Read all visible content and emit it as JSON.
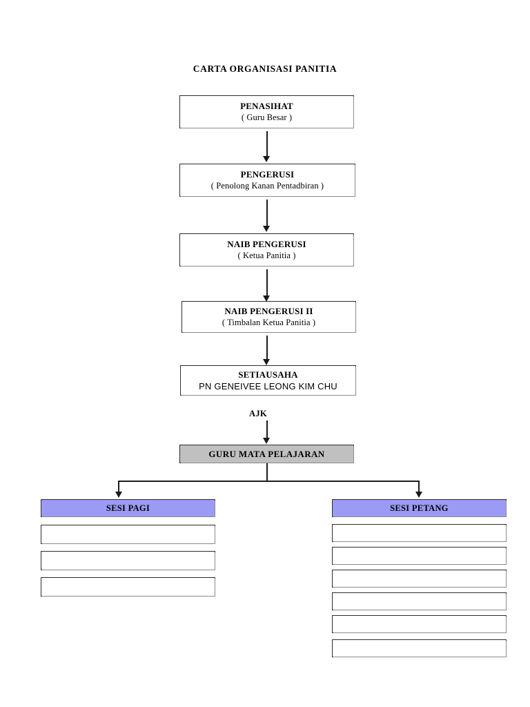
{
  "document": {
    "title": "CARTA ORGANISASI PANITIA"
  },
  "hierarchy": [
    {
      "id": "penasihat",
      "title": "PENASIHAT",
      "subtitle": "( Guru Besar )",
      "subtitle_style": "serif"
    },
    {
      "id": "pengerusi",
      "title": "PENGERUSI",
      "subtitle": "( Penolong Kanan Pentadbiran )",
      "subtitle_style": "serif"
    },
    {
      "id": "naib-pengerusi",
      "title": "NAIB PENGERUSI",
      "subtitle": "( Ketua Panitia )",
      "subtitle_style": "serif"
    },
    {
      "id": "naib-pengerusi-ii",
      "title": "NAIB PENGERUSI II",
      "subtitle": "( Timbalan Ketua Panitia )",
      "subtitle_style": "serif"
    },
    {
      "id": "setiausaha",
      "title": "SETIAUSAHA",
      "subtitle": "PN GENEIVEE LEONG KIM CHU",
      "subtitle_style": "sans"
    }
  ],
  "connector_label": "AJK",
  "teachers_node": {
    "label": "GURU MATA PELAJARAN",
    "fill": "#c0c0c0"
  },
  "sessions": [
    {
      "id": "sesi-pagi",
      "header": "SESI PAGI",
      "header_fill": "#9b9bf5",
      "slots": [
        "",
        "",
        ""
      ]
    },
    {
      "id": "sesi-petang",
      "header": "SESI PETANG",
      "header_fill": "#9b9bf5",
      "slots": [
        "",
        "",
        "",
        "",
        "",
        ""
      ]
    }
  ],
  "colors": {
    "page_background": "#ffffff",
    "border": "#2b2b2b",
    "connector": "#1a1a1a",
    "gray_fill": "#c0c0c0",
    "purple_fill": "#9b9bf5"
  }
}
